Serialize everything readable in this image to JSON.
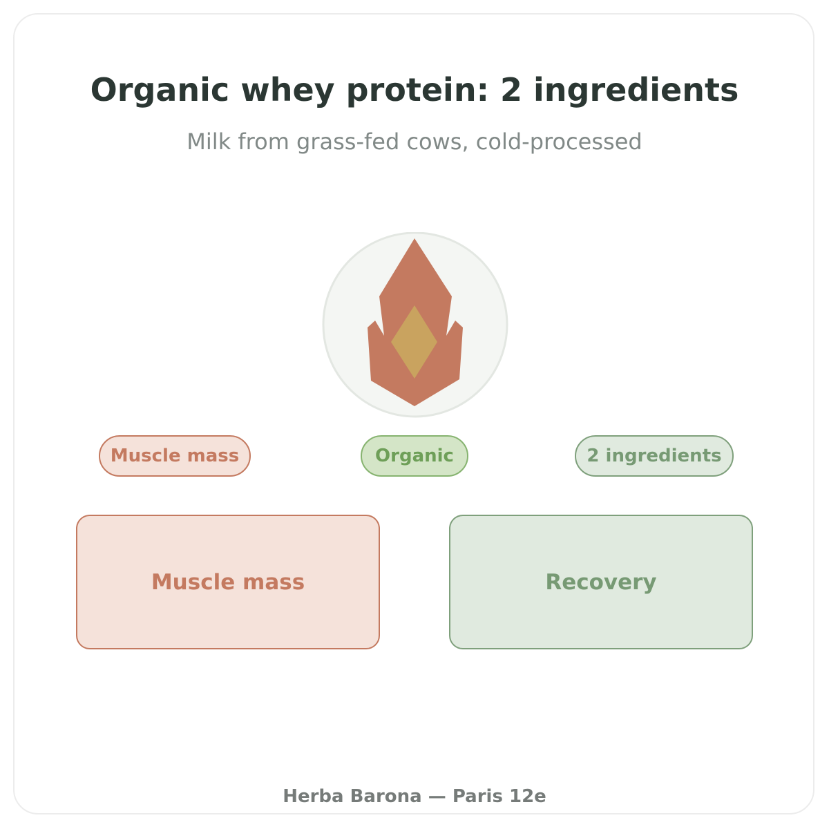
{
  "title": "Organic whey protein: 2 ingredients",
  "subtitle": "Milk from grass-fed cows, cold-processed",
  "emblem": {
    "icon": "flame-icon",
    "colors": {
      "circle_fill": "#f4f6f3",
      "circle_stroke": "#e3e7e2",
      "flame": "#c47a60",
      "core": "#c9a35f"
    }
  },
  "tags": [
    {
      "label": "Muscle mass",
      "color": "#c47a60"
    },
    {
      "label": "Organic",
      "color": "#6e9f58"
    },
    {
      "label": "2 ingredients",
      "color": "#779a74"
    }
  ],
  "benefits": [
    {
      "label": "Muscle mass",
      "color": "#c47a60"
    },
    {
      "label": "Recovery",
      "color": "#779a74"
    }
  ],
  "footer": "Herba Barona — Paris 12e"
}
